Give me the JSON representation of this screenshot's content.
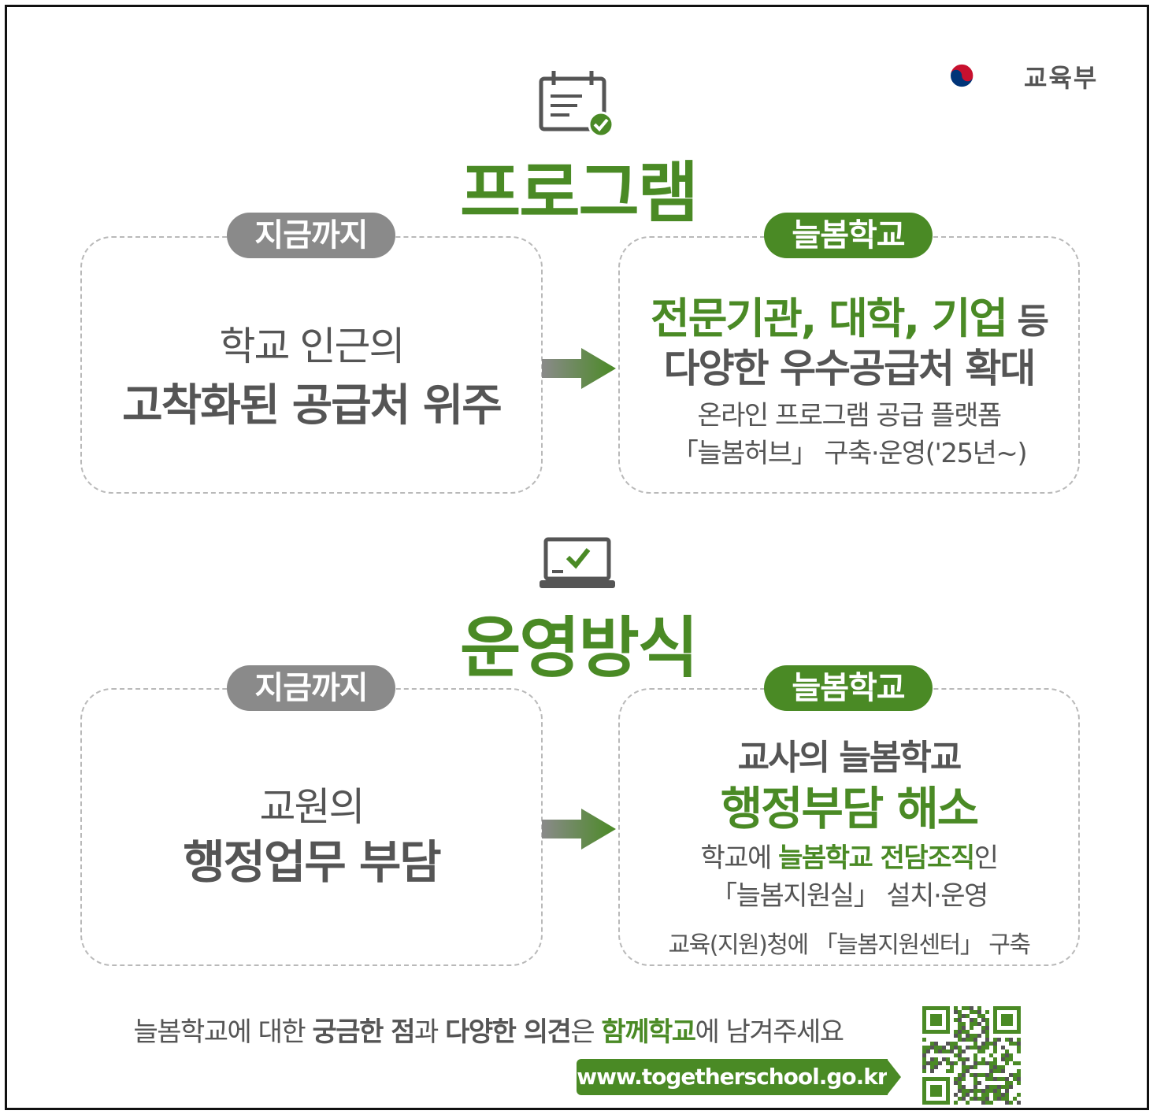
{
  "logo": {
    "text": "교육부",
    "colors": {
      "red": "#c8102e",
      "blue": "#003478"
    }
  },
  "program": {
    "title": "프로그램",
    "icon": "calendar-check-icon",
    "before": {
      "label": "지금까지",
      "line1": "학교 인근의",
      "line2": "고착화된 공급처 위주"
    },
    "after": {
      "label": "늘봄학교",
      "line1_green": "전문기관, 대학, 기업",
      "line1_suffix": " 등",
      "line2": "다양한 우수공급처 확대",
      "line3": "온라인 프로그램 공급 플랫폼",
      "line4": "「늘봄허브」 구축·운영('25년~)"
    }
  },
  "method": {
    "title": "운영방식",
    "icon": "laptop-check-icon",
    "before": {
      "label": "지금까지",
      "line1": "교원의",
      "line2": "행정업무 부담"
    },
    "after": {
      "label": "늘봄학교",
      "line1": "교사의 늘봄학교",
      "line2": "행정부담 해소",
      "line3_prefix": "학교에 ",
      "line3_green": "늘봄학교 전담조직",
      "line3_suffix": "인",
      "line4": "「늘봄지원실」 설치·운영",
      "line5": "교육(지원)청에 「늘봄지원센터」 구축"
    }
  },
  "footer": {
    "t1": "늘봄학교에 대한 ",
    "t2": "궁금한 점",
    "t3": "과 ",
    "t4": "다양한 의견",
    "t5": "은 ",
    "t6": "함께학교",
    "t7": "에 남겨주세요",
    "url": "www.togetherschool.go.kr",
    "qr_icon": "qr-code-icon"
  },
  "colors": {
    "green": "#4a8a25",
    "gray": "#8a8a8a",
    "text": "#555555"
  }
}
